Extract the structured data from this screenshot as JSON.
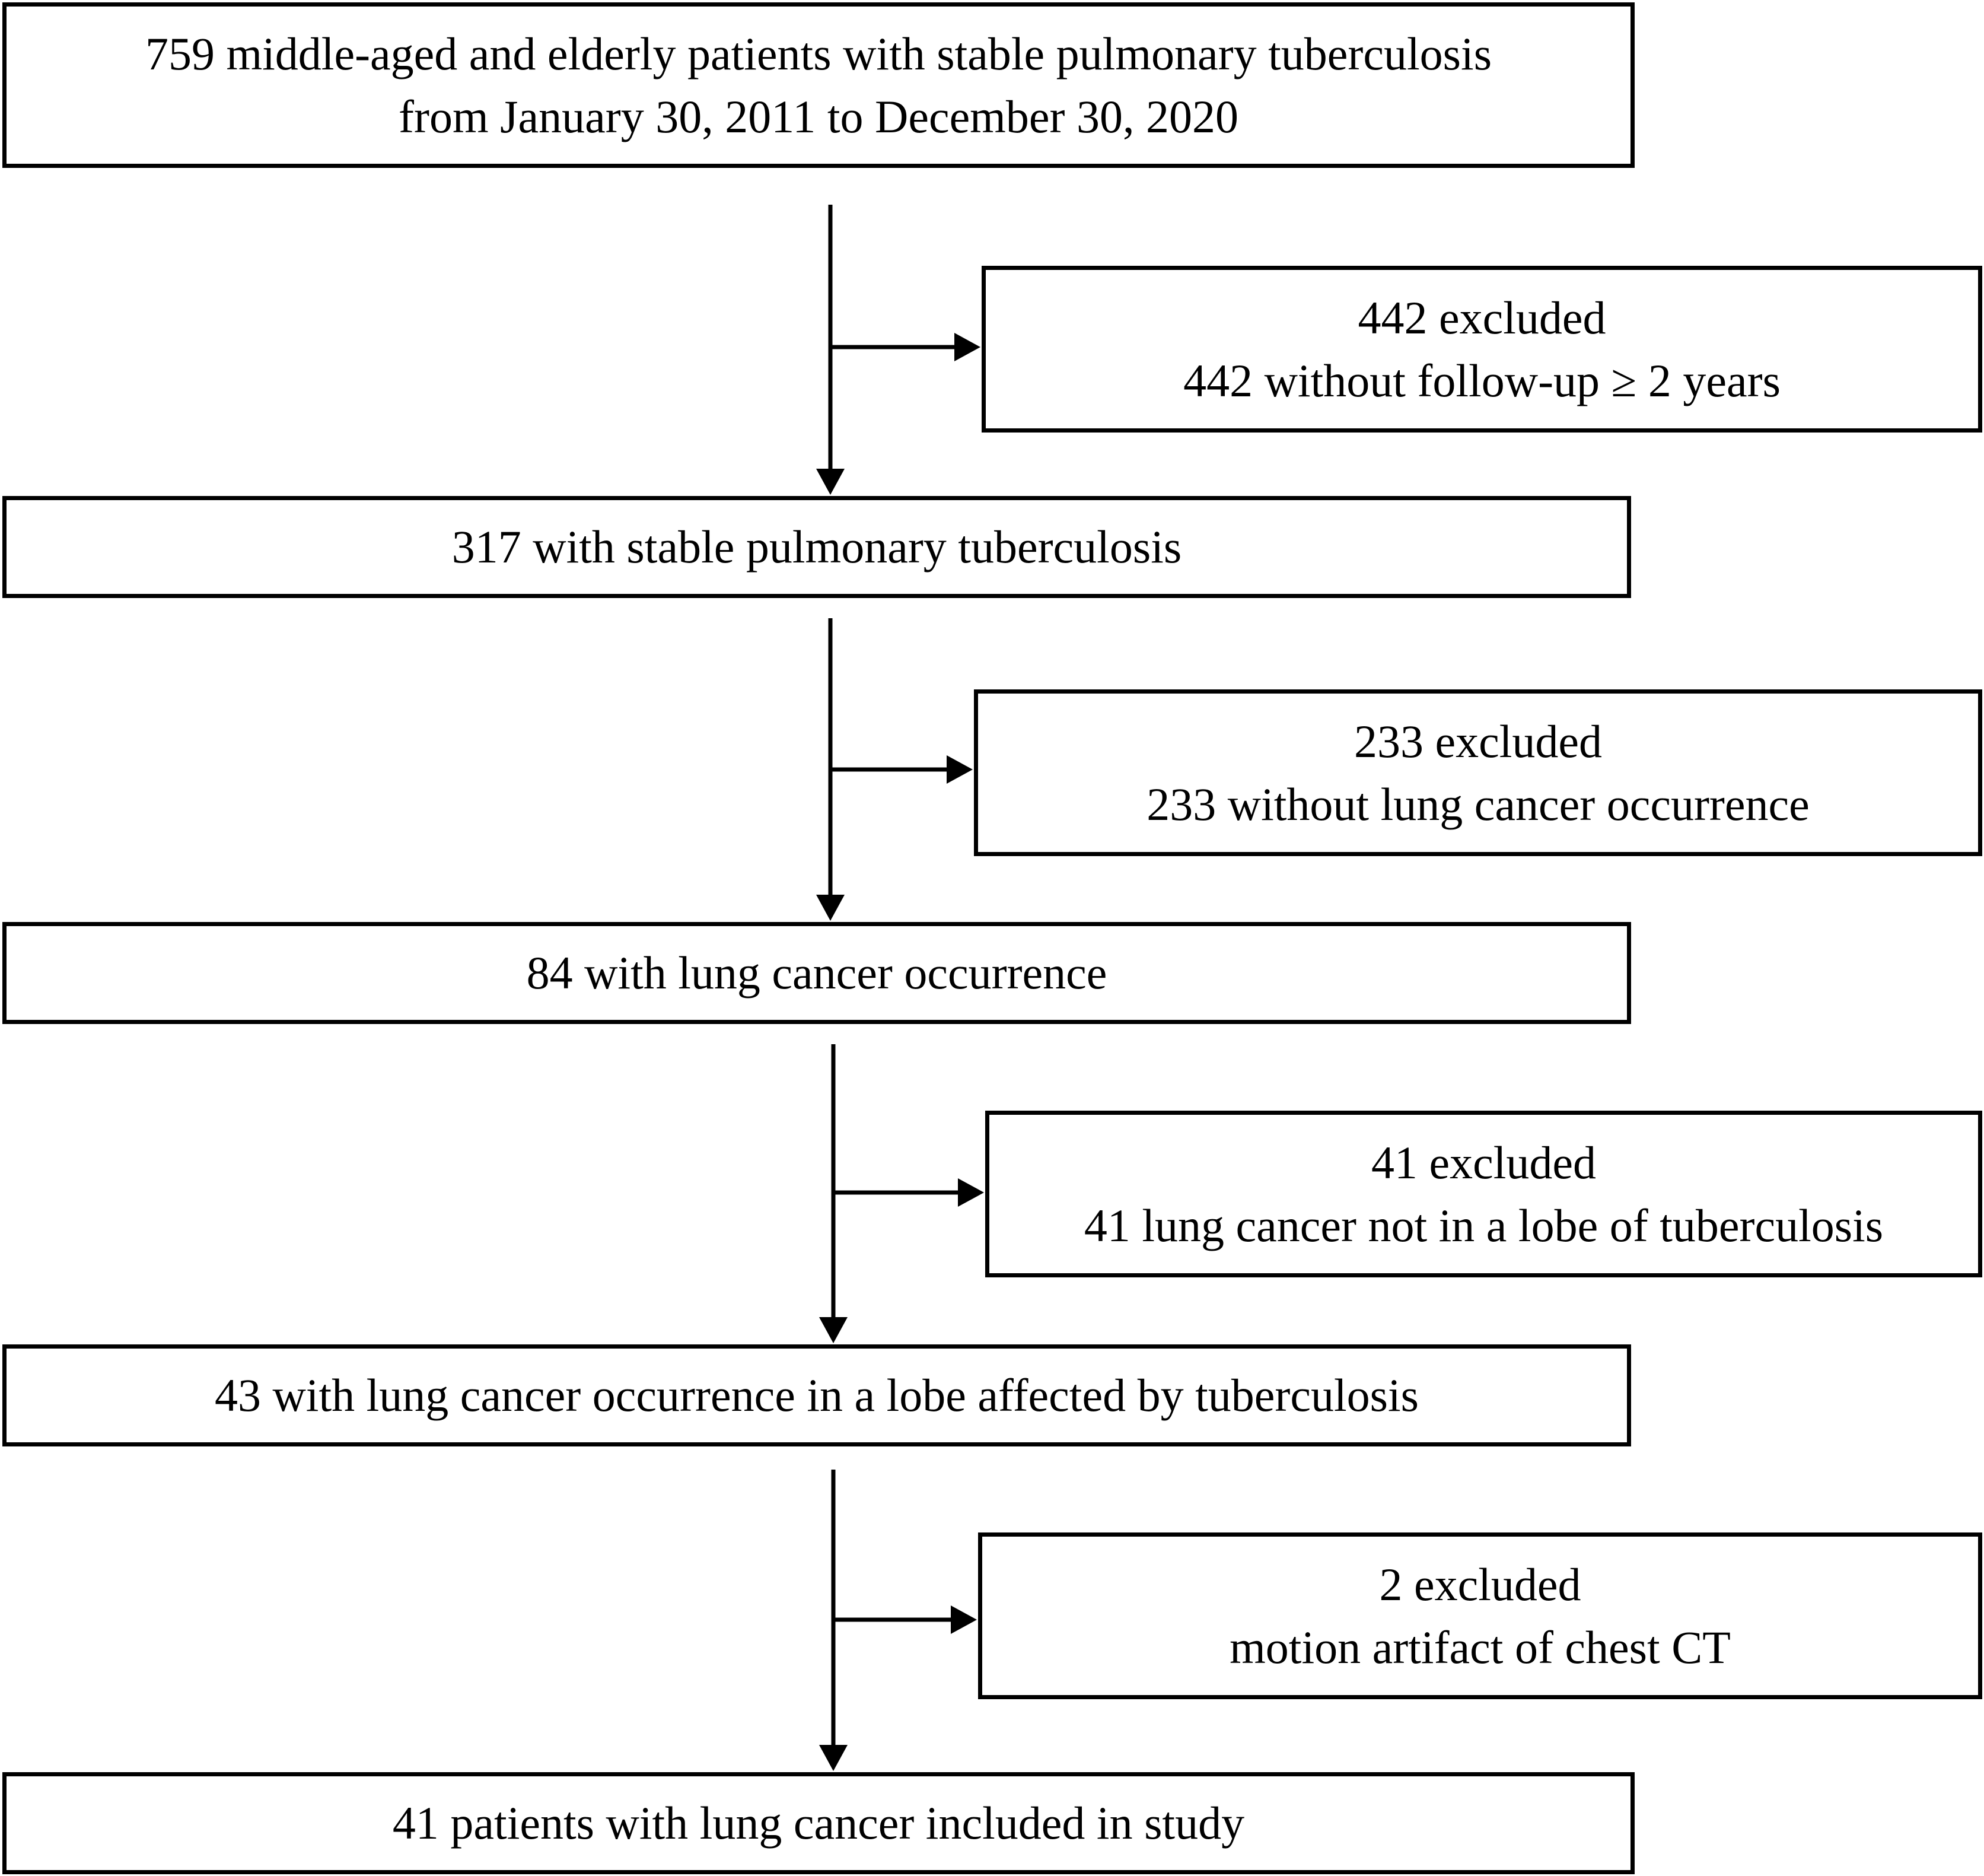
{
  "colors": {
    "stroke": "#000000",
    "background": "#ffffff",
    "text": "#000000"
  },
  "main_boxes": [
    {
      "lines": [
        "759 middle-aged and elderly patients with stable pulmonary tuberculosis",
        "from January 30, 2011 to December 30, 2020"
      ]
    },
    {
      "lines": [
        "317 with stable pulmonary tuberculosis"
      ]
    },
    {
      "lines": [
        "84 with lung cancer occurrence"
      ]
    },
    {
      "lines": [
        "43 with lung cancer occurrence in a lobe affected by tuberculosis"
      ]
    },
    {
      "lines": [
        "41 patients with lung cancer included in study"
      ]
    }
  ],
  "exclusion_boxes": [
    {
      "lines": [
        "442 excluded",
        "442 without follow-up ≥ 2 years"
      ]
    },
    {
      "lines": [
        "233 excluded",
        "233 without lung cancer occurrence"
      ]
    },
    {
      "lines": [
        "41 excluded",
        "41 lung cancer not in a lobe of tuberculosis"
      ]
    },
    {
      "lines": [
        "2 excluded",
        "motion artifact of chest CT"
      ]
    }
  ]
}
